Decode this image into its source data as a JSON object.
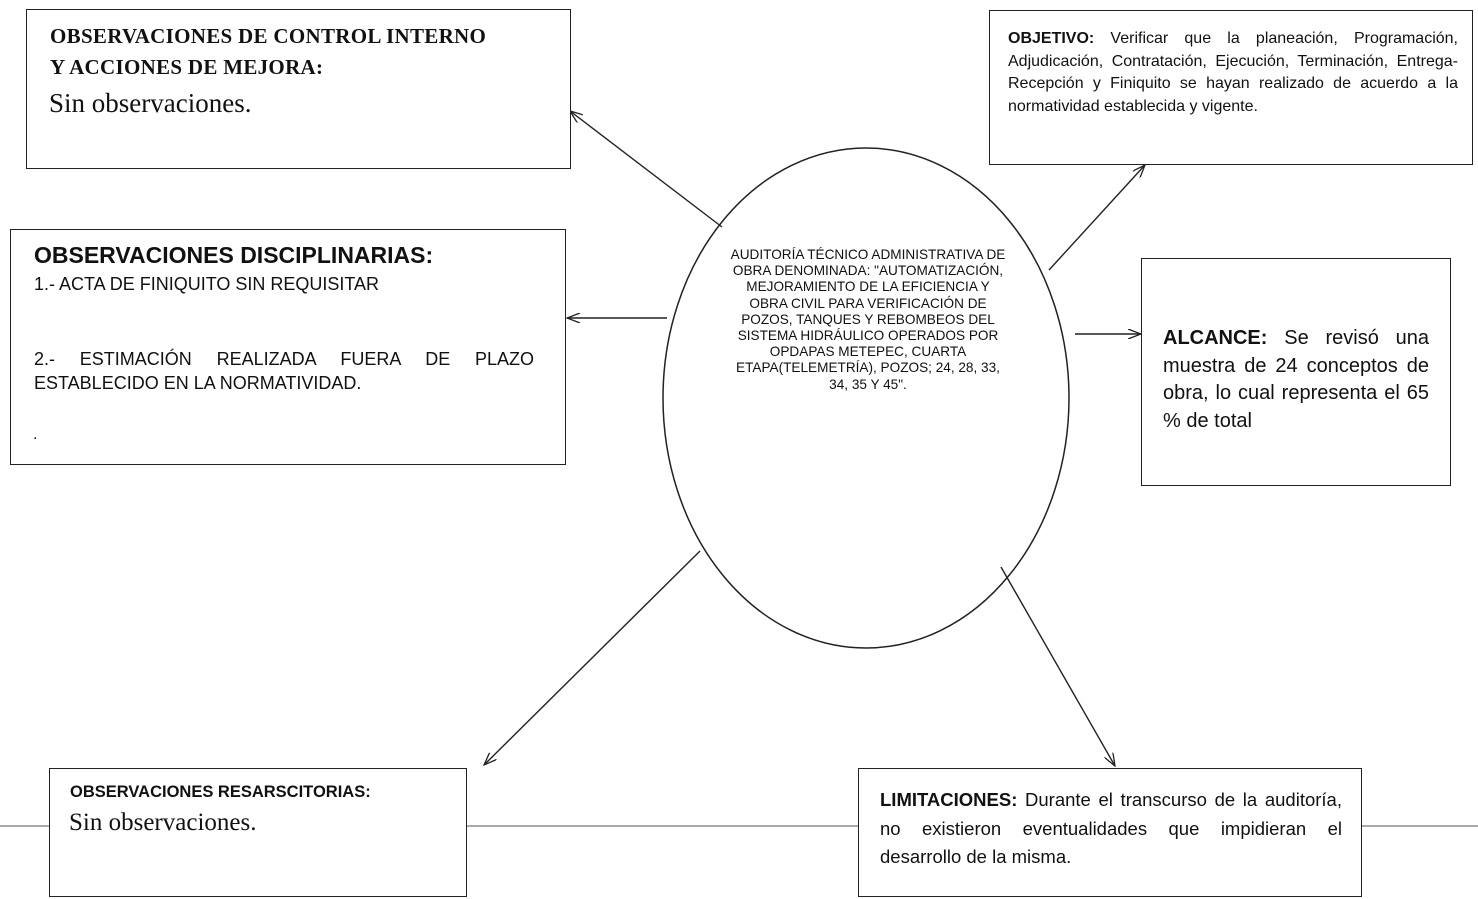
{
  "center": {
    "text": "AUDITORÍA TÉCNICO ADMINISTRATIVA  DE OBRA DENOMINADA: \"AUTOMATIZACIÓN, MEJORAMIENTO DE LA EFICIENCIA Y OBRA CIVIL PARA VERIFICACIÓN DE POZOS, TANQUES Y REBOMBEOS DEL SISTEMA HIDRÁULICO OPERADOS POR OPDAPAS METEPEC, CUARTA ETAPA(TELEMETRÍA), POZOS; 24, 28, 33, 34, 35 Y 45\"."
  },
  "control_interno": {
    "title_line1": "OBSERVACIONES DE CONTROL INTERNO",
    "title_line2": "Y ACCIONES DE MEJORA:",
    "body": "Sin observaciones."
  },
  "disciplinarias": {
    "title": "OBSERVACIONES DISCIPLINARIAS:",
    "item1": "1.- ACTA DE FINIQUITO SIN REQUISITAR",
    "item2": "2.- ESTIMACIÓN REALIZADA  FUERA  DE PLAZO ESTABLECIDO EN LA NORMATIVIDAD.",
    "trailing": "."
  },
  "resarcitorias": {
    "title": "OBSERVACIONES  RESARSCITORIAS:",
    "body": "Sin observaciones."
  },
  "objetivo": {
    "label": "OBJETIVO:",
    "text": "Verificar que la planeación, Programación, Adjudicación, Contratación, Ejecución, Terminación, Entrega-Recepción y Finiquito se hayan realizado de acuerdo a la normatividad establecida y vigente."
  },
  "alcance": {
    "label": "ALCANCE:",
    "text": "Se revisó una muestra de 24 conceptos de obra, lo cual representa el 65 % de total"
  },
  "limitaciones": {
    "label": "LIMITACIONES:",
    "text": "Durante el transcurso de la auditoría, no existieron eventualidades que impidieran el desarrollo de la misma."
  }
}
